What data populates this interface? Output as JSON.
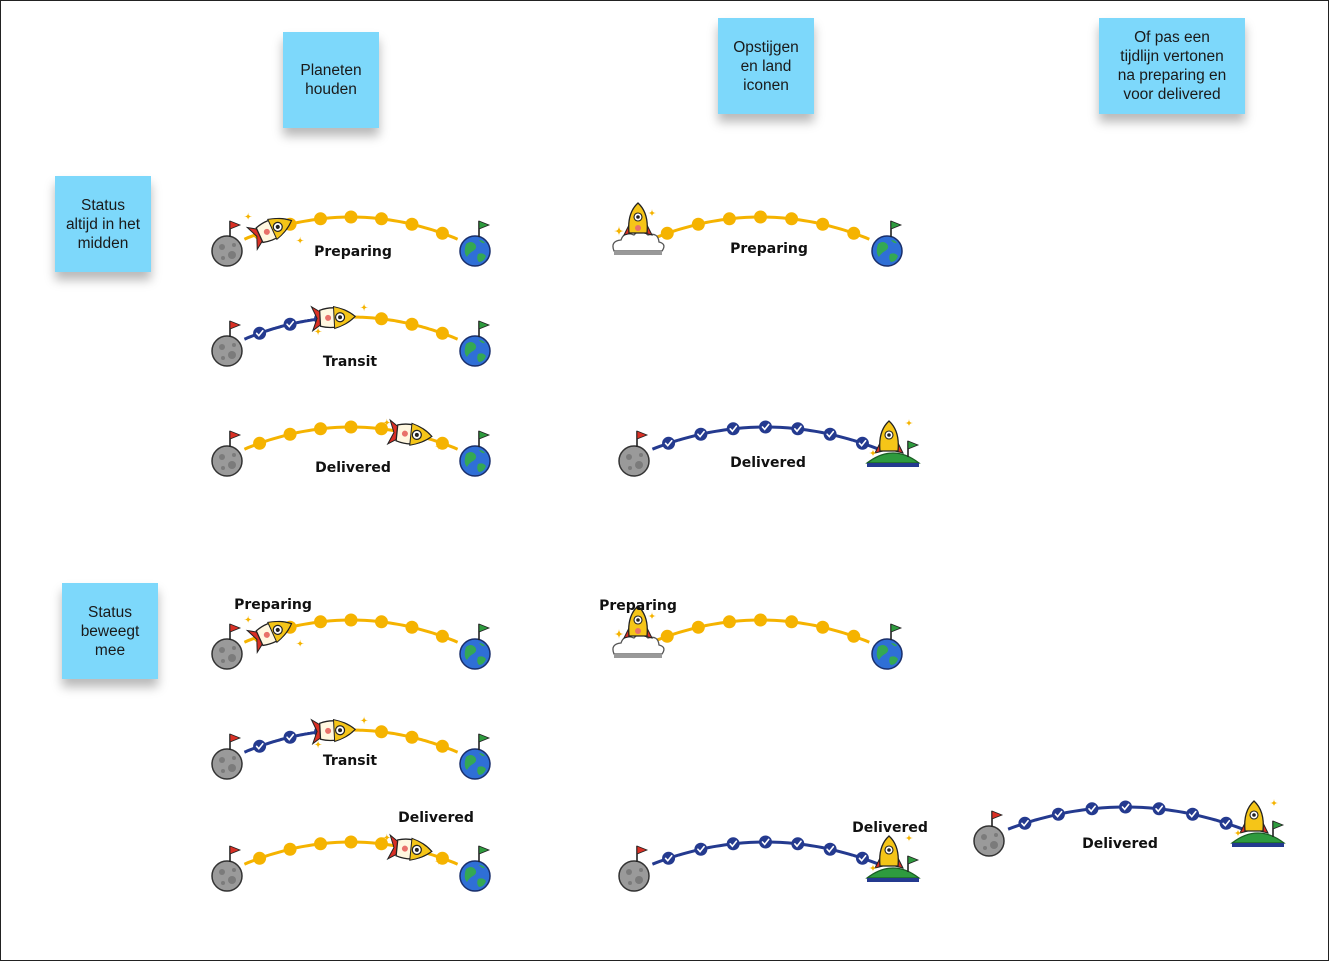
{
  "notes": {
    "planets": "Planeten\nhouden",
    "launch_land": "Opstijgen\nen land\niconen",
    "timeline_only": "Of pas een\ntijdlijn vertonen\nna preparing en\nvoor delivered",
    "status_middle": "Status\naltijd in het\nmidden",
    "status_moves": "Status\nbeweegt\nmee"
  },
  "labels": {
    "preparing": "Preparing",
    "transit": "Transit",
    "delivered": "Delivered"
  },
  "colors": {
    "progress_done": "#243a8f",
    "progress_todo": "#f5b300",
    "note_bg": "#7dd8fb"
  },
  "icons": [
    "moon-icon",
    "earth-icon",
    "rocket-icon",
    "flag-icon",
    "check-icon",
    "sparkle-icon",
    "cloud-icon",
    "hill-icon"
  ]
}
